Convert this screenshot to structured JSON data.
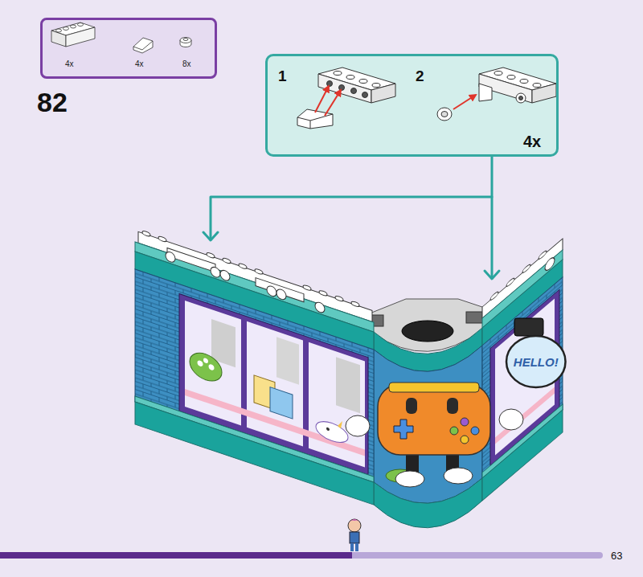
{
  "diagram": {
    "nodes": [
      {
        "text": [
          "4x",
          "4x",
          "8x"
        ]
      },
      {
        "text": [
          "1",
          "2",
          "4x"
        ]
      },
      {
        "text": [
          "HELLO!"
        ]
      }
    ],
    "labels": [
      "82",
      "63"
    ]
  }
}
